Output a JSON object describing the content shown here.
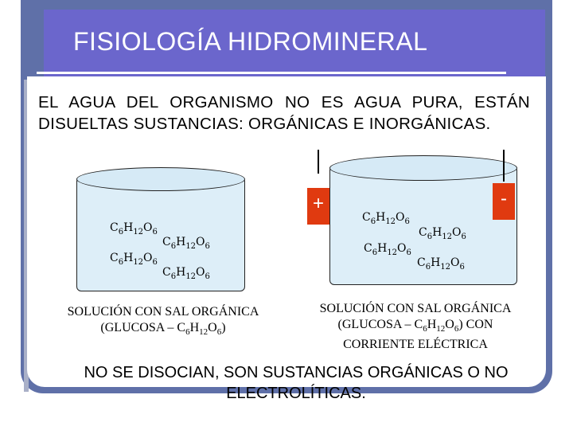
{
  "title": "FISIOLOGÍA HIDROMINERAL",
  "intro": "EL AGUA DEL ORGANISMO NO ES AGUA PURA, ESTÁN DISUELTAS SUSTANCIAS: ORGÁNICAS E INORGÁNICAS.",
  "formula": {
    "c": "C",
    "c_sub": "6",
    "h": "H",
    "h_sub": "12",
    "o": "O",
    "o_sub": "6"
  },
  "left_beaker": {
    "caption_line1": "SOLUCIÓN CON SAL ORGÁNICA",
    "caption_line2_pre": "(GLUCOSA – C",
    "caption_line2_c_sub": "6",
    "caption_line2_h": "H",
    "caption_line2_h_sub": "12",
    "caption_line2_o": "O",
    "caption_line2_o_sub": "6",
    "caption_line2_post": ")"
  },
  "right_beaker": {
    "positive_label": "+",
    "negative_label": "-",
    "caption_line1": "SOLUCIÓN CON SAL ORGÁNICA",
    "caption_line2_pre": "(GLUCOSA – C",
    "caption_line2_c_sub": "6",
    "caption_line2_h": "H",
    "caption_line2_h_sub": "12",
    "caption_line2_o": "O",
    "caption_line2_o_sub": "6",
    "caption_line2_post": ") CON",
    "caption_line3": "CORRIENTE ELÉCTRICA"
  },
  "conclusion": "NO SE DISOCIAN, SON SUSTANCIAS ORGÁNICAS O NO ELECTROLÍTICAS.",
  "colors": {
    "frame": "#5f70a8",
    "title_bar": "#6b66cc",
    "electrode": "#e03a10",
    "beaker": "#ddeef8"
  }
}
